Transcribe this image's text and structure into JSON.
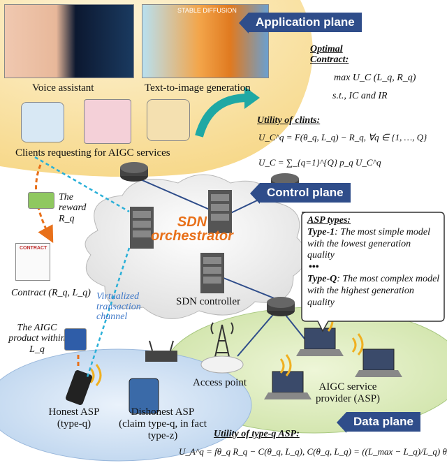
{
  "planes": {
    "application": "Application plane",
    "control": "Control plane",
    "data": "Data plane"
  },
  "application": {
    "voice_label": "Voice assistant",
    "t2i_label": "Text-to-image generation",
    "image_caption": "STABLE DIFFUSION",
    "clients_label": "Clients requesting for AIGC services"
  },
  "contract_box": {
    "heading": "Optimal Contract:",
    "objective": "max U_C (L_q, R_q)",
    "constraint": "s.t., IC and IR"
  },
  "client_utility": {
    "heading": "Utility of clints:",
    "eq1": "U_C^q = F(θ_q, L_q) − R_q, ∀q ∈ {1, …, Q}",
    "eq2": "U_C = ∑_{q=1}^{Q} p_q U_C^q"
  },
  "control": {
    "orchestrator": "SDN orchestrator",
    "controller": "SDN controller"
  },
  "left_flow": {
    "reward": "The reward R_q",
    "contract_doc_title": "CONTRACT",
    "contract": "Contract (R_q, L_q)",
    "product": "The AIGC product within L_q",
    "channel": "Virtualized transaction channel"
  },
  "asp_types": {
    "heading": "ASP types:",
    "type1_label": "Type-1",
    "type1_text": ": The most simple model with the lowest generation quality",
    "ellipsis": "•••",
    "typeq_label": "Type-Q",
    "typeq_text": ": The most complex model with the highest generation quality"
  },
  "data": {
    "access_point": "Access point",
    "honest_asp_line1": "Honest ASP",
    "honest_asp_line2": "(type-q)",
    "dishonest_asp_line1": "Dishonest ASP",
    "dishonest_asp_line2": "(claim type-q, in fact",
    "dishonest_asp_line3": "type-z)",
    "provider_line1": "AIGC service",
    "provider_line2": "provider (ASP)"
  },
  "asp_utility": {
    "heading": "Utility of type-q ASP:",
    "eq": "U_A^q = fθ_q R_q − C(θ_q, L_q), C(θ_q, L_q) = ((L_max − L_q)/L_q) θ_q"
  },
  "colors": {
    "banner": "#2f4d8a",
    "orchestrator_text": "#e8701a",
    "channel_text": "#3f78c8",
    "app_plane_fill": "#fbe8b8",
    "data_plane_fill": "#d6e6f5"
  }
}
